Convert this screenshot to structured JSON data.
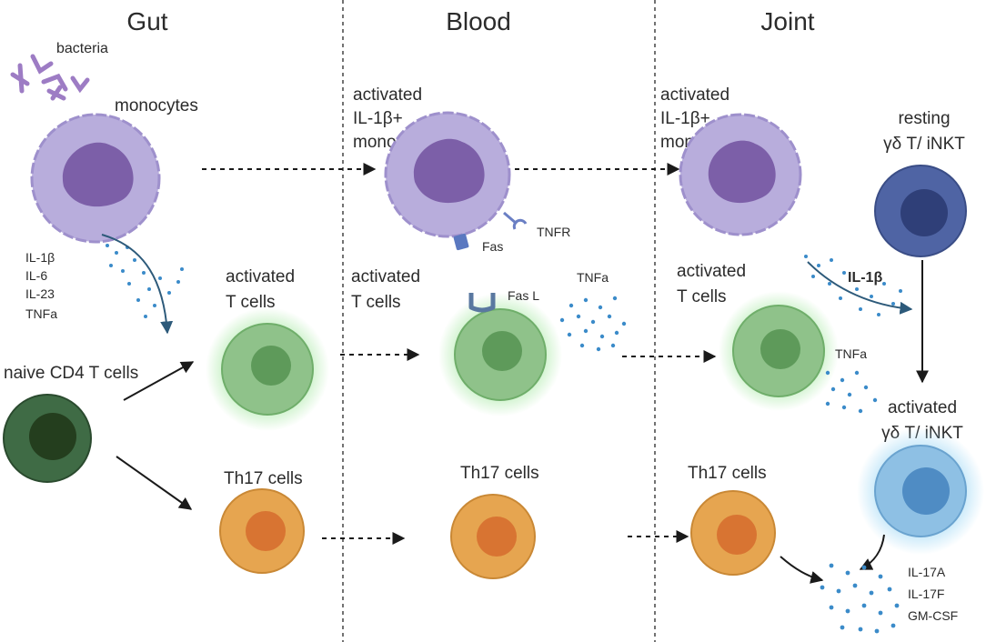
{
  "headers": {
    "gut": "Gut",
    "blood": "Blood",
    "joint": "Joint"
  },
  "gut": {
    "bacteria": "bacteria",
    "monocytes": "monocytes",
    "cytokines": [
      "IL-1β",
      "IL-6",
      "IL-23",
      "TNFa"
    ],
    "naive": "naive CD4 T cells",
    "activated_t": [
      "activated",
      "T cells"
    ],
    "th17": "Th17 cells"
  },
  "blood": {
    "mono": [
      "activated",
      "IL-1β+",
      "monocytes"
    ],
    "fas": "Fas",
    "tnfr": "TNFR",
    "activated_t": [
      "activated",
      "T cells"
    ],
    "fasl": "Fas L",
    "tnfa": "TNFa",
    "th17": "Th17 cells"
  },
  "joint": {
    "mono": [
      "activated",
      "IL-1β+",
      "monocytes"
    ],
    "resting": [
      "resting",
      "γδ T/ iNKT"
    ],
    "activated_t": [
      "activated",
      "T cells"
    ],
    "il1b": "IL-1β",
    "tnfa": "TNFa",
    "activated_gd": [
      "activated",
      "γδ T/ iNKT"
    ],
    "th17": "Th17 cells",
    "cytokines": [
      "IL-17A",
      "IL-17F",
      "GM-CSF"
    ]
  },
  "colors": {
    "monocyte": "#b8addc",
    "monocyte_nucleus": "#7c5fa8",
    "t_cell": "#8fc28a",
    "t_cell_nucleus": "#5e9a5a",
    "naive": "#3f6b45",
    "naive_nucleus": "#243e1e",
    "th17": "#e6a550",
    "th17_nucleus": "#d87432",
    "resting_gd": "#4f64a4",
    "activated_gd": "#8ec0e4",
    "dots": "#3b8bc9"
  }
}
